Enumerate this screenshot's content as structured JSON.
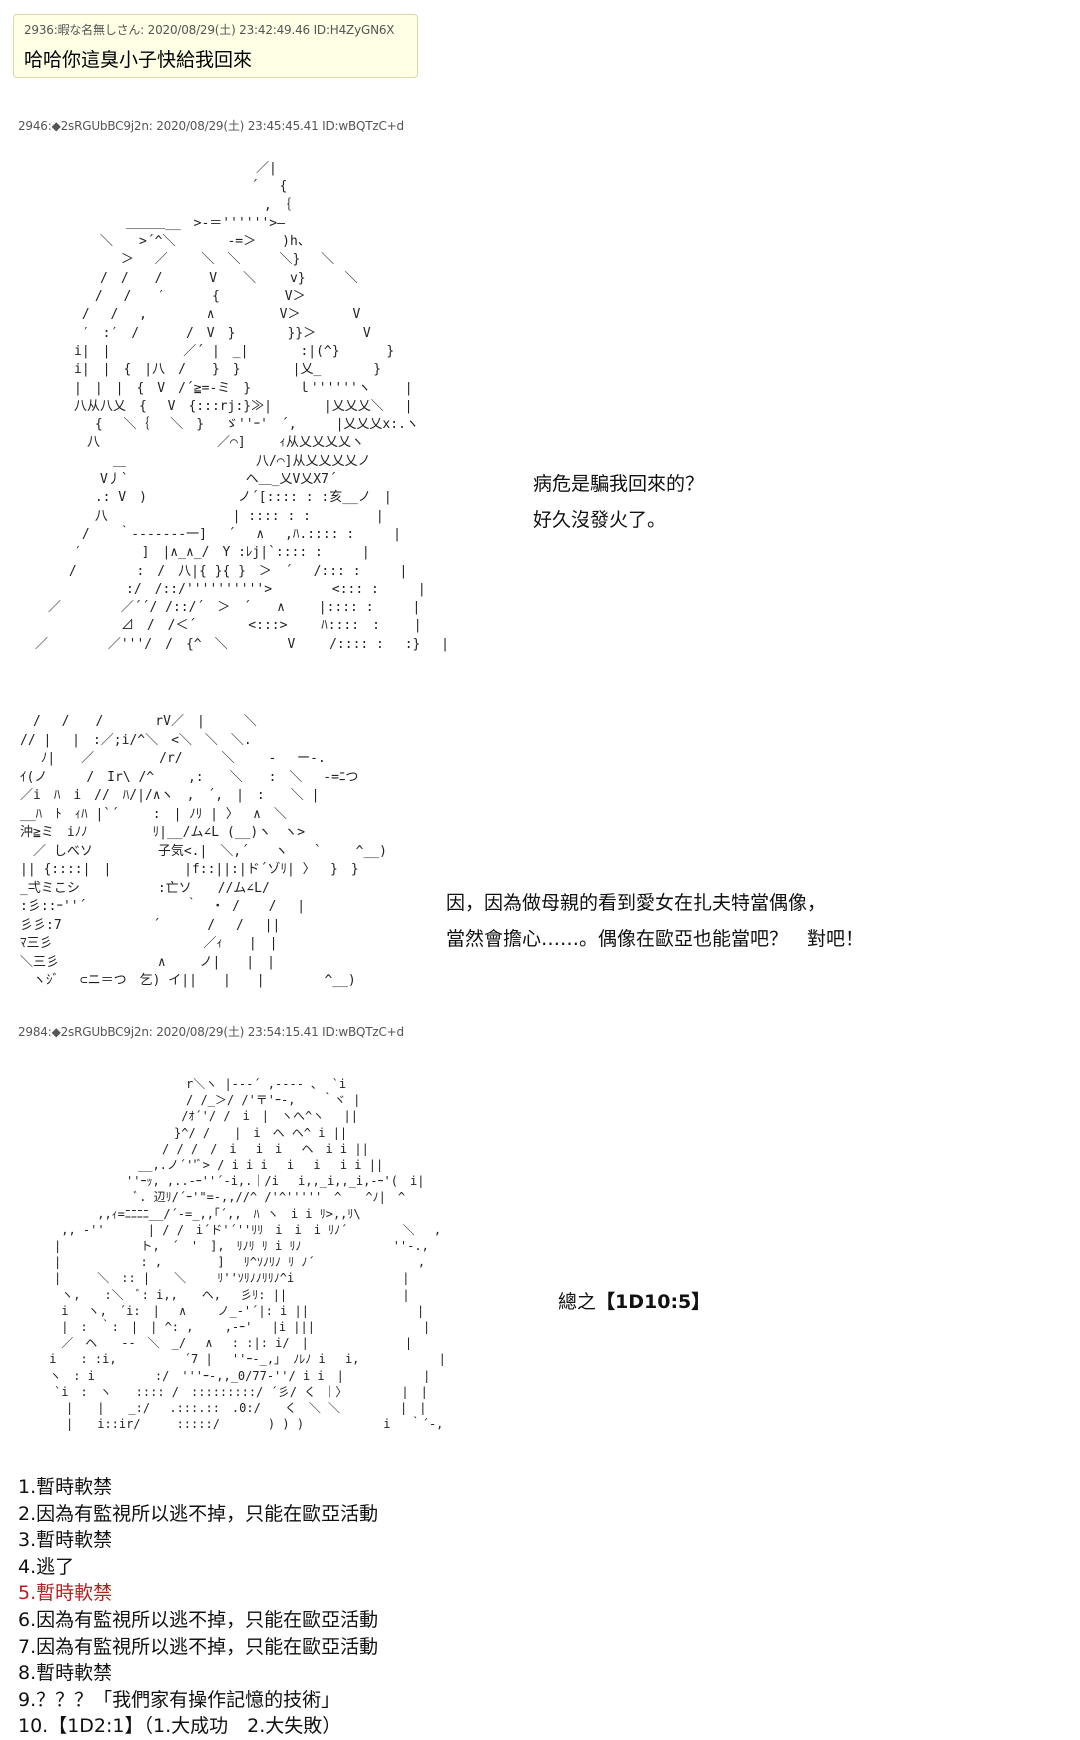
{
  "reply": {
    "meta": "2936:暇な名無しさん: 2020/08/29(土) 23:42:49.46 ID:H4ZyGN6X",
    "text": "哈哈你這臭小子快給我回來"
  },
  "posts": [
    {
      "meta": "2946:◆2sRGUbBC9j2n: 2020/08/29(土) 23:45:45.41 ID:wBQTzC+d",
      "art_top": "　　　　　　　　　　　　　　　　　　／|\n　　　　　　　　　　　　　　　　　 ´　 {\n　　　　　　　　　　　　　　　　　　 ,　｛\n　　　　　　　　＿＿＿__　>-＝''''''>―\n　　　　　　＼　　>´^＼　　　　-=＞　　)h、\n　　　　　　　 ＞　 ／　　 ＼　＼　　　＼}　 ＼\n　　　　　　/　/　　/　　　 V　　＼　　 v}　　　＼\n　　　　　 /　 /　　′　　　 {　　　　　V＞\n　　　　 /　 /　 ,　　　　 ∧　　　　　V＞　　　　V\n　　　　 ′　:′　/　　　 /　V　}　　　　}}＞　　　 V\n　　　　i|　|　　　　　 ／´ |　_|　　　　:|(^}　　　 }\n　　　　i|　|　{　|八　/　　}　}　　　　|乂_　　　　}\n　　　　|　|　|　{　V　/´≧=-ミ　}　　　 ｌ''''''ヽ　　 |\n　　　　八从八乂　{　 V　{:::rj:}≫|　　　　|乂乂乂＼　 |",
      "art_bottom": "　　　　　 {　 ＼｛　 ＼　}　 ゞ''ｰ'　´,　　　|乂乂乂x:.ヽ\n　　　　　八　　　　　　　　　／⌒]　　 ｨ从乂乂乂乂ヽ\n　　　　　　　＿　　　　　　　　　　八/⌒]从乂乂乂乂ノ\n　　　　　　V丿`　　　　　　　　　ヘ＿_乂V乂X7´\n　　　　　 .: V　)　　　　　　　ノ´[:::: : :亥__ノ　|\n　　　　　 八　　　　　　　　　 | :::: : :　　　　　|\n　　　　 /　  ｀-------一]　 ´　 ∧　 ,ﾊ.:::: :　　　|\n　　　　′　　　　 ]　|∧_∧_/　Y :ﾚj|`:::: :　　　|\n　　　 /　　　　 :　/　八|{ }{ }　＞　´　 /::: :　　　|\n　　　　　　　　:/　/::/''''''''''>　　　　 <::: :　　　|\n　　／　　　　 ／´´/ /::/´　＞　´　　∧　　 |:::: :　　　|\n　　　　　　　 ⊿　/　/＜´　　　　<:::>　　 ﾊ::::　:　　 |\n　／　　　　 ／'''/　/　{^　＼　　　　 V　　 /:::: :　 :}　 |"
    },
    {
      "art": "　/　 /　　/　　　　rV／　|　　　＼\n// |　 |　:／;i/^＼　<＼　＼　＼.　　\n　 ﾉ|　　／　　　　　/r/　　　＼　　 -　 ー-.\nｲ(ノ　　　/　Ir\\ /^　　 ,:　　＼　　:　＼　 -=ﾆつ\n／i　ﾊ　i　//　ﾊ/|/∧ヽ　,　´,　|　:　　＼ |\n__ﾊ　ﾄ　ｨﾊ |`´　　 :　| ﾉﾘ | 〉　 ∧　＼\n沖≧ミ　iﾉﾉ　　　　　ﾘ|__/ム∠L (__)ヽ　ヽ>\n　／ しべソ　　　　　子気<.|　＼,´　　ヽ　　`　　 ^__)\n|| {::::|　|　　　　　 |f::||:|ド´ゾﾘ| 〉　 }　}\n_弌ミこシ　　　　　　:亡ソ　　//ム∠L/\n:彡::ｰ''´　　　　　　　 ｀　・ / 　 / 　|\n彡彡:7　　　　　　　´　　　 /　 /　 ||\nﾏ三彡　　　　　　　　　　　 ／ｨ　　|　|\n＼三彡　　　　　　　 ∧　　 ノ|　　|　|\n　ヽｼﾞ　 ⊂ニ＝つ　乞) イ||　　|　　|　　　　 ^__)",
      "dialog": [
        "因，因為做母親的看到愛女在扎夫特當偶像，",
        "當然會擔心……。偶像在歐亞也能當吧？　對吧！"
      ]
    },
    {
      "meta": "2984:◆2sRGUbBC9j2n: 2020/08/29(土) 23:54:15.41 ID:wBQTzC+d",
      "art": "　　　　　　　　　　　　　r＼ヽ |--‐´ ,---- ､  `i\n　　　　　　　　　　　　　/ /_＞/ /'〒'ｰ-, 　 ｀ヾ |\n　　　　　　　　　　　　 /ｵ´'/ /　i　|　ヽへ^ヽ　 ||\n　　　　　　　　　　　　}^/ /　　|　i　ヘ ヘ^ i ||\n　　　　　　　　　　　/ / /　/　i　 i　i　 ヘ　i i ||\n　　　　　　　　　__,.ノ´''ﾞ> / i i i　 i　 i　 i i ||\n　　　　　　　　''ｰｯ, ,..-ｰ''´-i,.｜/i　 i,,_i,,_i,-ｰ'(　i|\n　　　　　　　　 ﾞ. 辺ﾘ/´ｰ'\"=-,,//^ /'^'''''　^　　^ﾉ|　^\n　　　　　 ,,ｨ=ﾆﾆﾆﾆ__/´-=_,,｢´,,　ﾊ ヽ　i i ﾘ>,,ﾘ\\\n　　 ,, -''　　　 | / /　i´ド'´''ﾘﾘ　i　i　i ﾘﾉ´　　　　 ＼　 ,\n　　|　　　　　　 ト,　´　'　],　ﾘﾉﾘ ﾘ i ﾘﾉ　　　　　　　 ''-.,\n　　|　　　　　　 : ,　　　　 ]　 ﾘ^ｿﾉﾘﾉ ﾘ ﾉ´　　　　　　　　 ,\n　　|　　　＼　:: |　　＼　　 ﾘ''ｿﾘﾉﾉﾘﾘﾉ^i　　　　　　　　　|\n　　 ヽ,　　:＼　ﾞ: i,,　　ヘ,　 彡ﾘ: ||　　　　　　　　　 |\n　　 i　 ヽ,　´i:　|　 ∧　　 ノ_-'´|: i ||　　　　　　　　　|\n　　 |　:　｀:　|　| ^: ,　　 ,-ｰ' 　|i |||　　　　　　　　　|\n　　 ／　ヘ　　--　＼　_/　 ∧　 : :|: i/　|　　　　　　　　|\n　 i　　: :i,　　　　　 ´7 |　 ''ｰ-_,」 ﾉﾚﾉ i　 i,　　　　　　 |\n　 ヽ　: i　　　　　:/　'''ｰ-,,_0/77-''/ i i　|　　　　　　 |\n　　`i　:　ヽ　　:::: /　:::::::::/ ´彡/ く ｜〉　　　　　|　|\n　　　|　　|　　_:/ 　.:::.::　.0:/　　く　＼ ＼　　　　　|　|\n　　　|　　i::ir/　　　:::::/　　　　) ) )　　　　　　 i　 ｀´-,",
      "dialog_prefix": "總之",
      "dialog_roll": "【1D10:5】"
    }
  ],
  "choices": [
    "1.暫時軟禁",
    "2.因為有監視所以逃不掉，只能在歐亞活動",
    "3.暫時軟禁",
    "4.逃了",
    "5.暫時軟禁",
    "6.因為有監視所以逃不掉，只能在歐亞活動",
    "7.因為有監視所以逃不掉，只能在歐亞活動",
    "8.暫時軟禁",
    "9.？？？「我們家有操作記憶的技術」",
    "10.【1D2:1】（1.大成功　2.大失敗）"
  ],
  "highlight_color": "#b22222"
}
